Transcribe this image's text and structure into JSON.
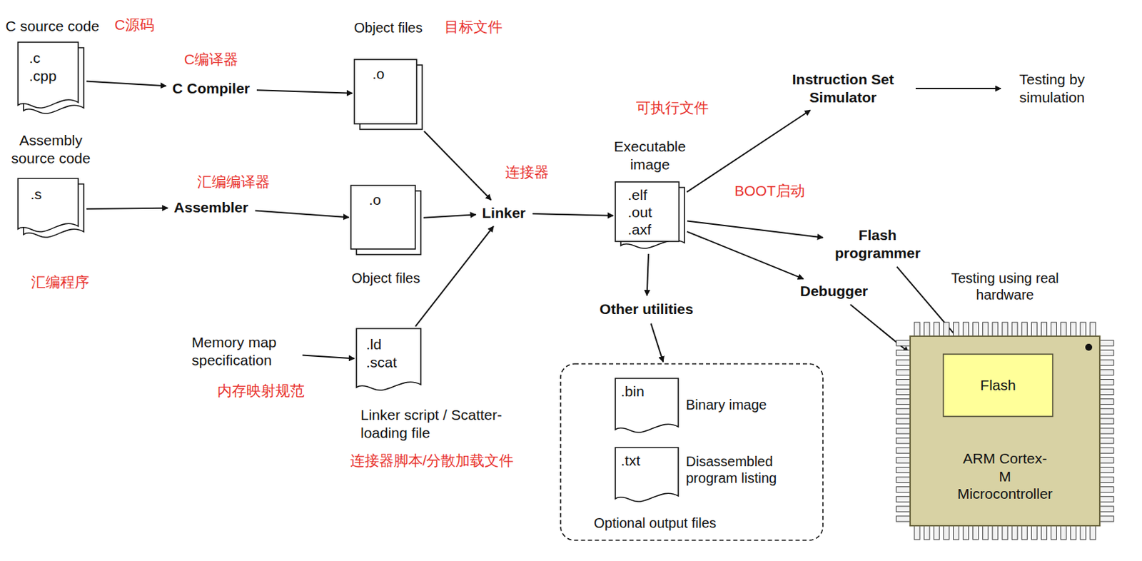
{
  "diagram": {
    "nodes": [
      {
        "text": [
          "C source code",
          ".c .cpp"
        ]
      },
      {
        "text": [
          "C Compiler"
        ]
      },
      {
        "text": [
          "Object files",
          ".o"
        ]
      },
      {
        "text": [
          "Assembly source code",
          ".s"
        ]
      },
      {
        "text": [
          "Assembler"
        ]
      },
      {
        "text": [
          ".o",
          "Object files"
        ]
      },
      {
        "text": [
          "Memory map specification"
        ]
      },
      {
        "text": [
          ".ld .scat",
          "Linker script / Scatter-loading file"
        ]
      },
      {
        "text": [
          "Linker"
        ]
      },
      {
        "text": [
          "Executable image",
          ".elf .out .axf"
        ]
      },
      {
        "text": [
          "Instruction Set Simulator"
        ]
      },
      {
        "text": [
          "Testing by simulation"
        ]
      },
      {
        "text": [
          "Flash programmer"
        ]
      },
      {
        "text": [
          "Debugger"
        ]
      },
      {
        "text": [
          "Other utilities"
        ]
      },
      {
        "text": [
          "Optional output files"
        ]
      },
      {
        "text": [
          ".bin",
          "Binary image"
        ],
        "in": 15
      },
      {
        "text": [
          ".txt",
          "Disassembled program listing"
        ],
        "in": 15
      },
      {
        "text": [
          "Testing using real hardware",
          "ARM Cortex-M Microcontroller"
        ]
      },
      {
        "text": [
          "Flash"
        ],
        "in": 18
      }
    ],
    "edges": [
      {
        "from": 0,
        "to": 1,
        "arrow": "to"
      },
      {
        "from": 1,
        "to": 2,
        "arrow": "to"
      },
      {
        "from": 3,
        "to": 4,
        "arrow": "to"
      },
      {
        "from": 4,
        "to": 5,
        "arrow": "to"
      },
      {
        "from": 6,
        "to": 7,
        "arrow": "to"
      },
      {
        "from": 2,
        "to": 8,
        "arrow": "to"
      },
      {
        "from": 5,
        "to": 8,
        "arrow": "to"
      },
      {
        "from": 7,
        "to": 8,
        "arrow": "to"
      },
      {
        "from": 8,
        "to": 9,
        "arrow": "to"
      },
      {
        "from": 9,
        "to": 10,
        "arrow": "to"
      },
      {
        "from": 10,
        "to": 11,
        "arrow": "to"
      },
      {
        "from": 9,
        "to": 12,
        "arrow": "to"
      },
      {
        "from": 9,
        "to": 13,
        "arrow": "to"
      },
      {
        "from": 9,
        "to": 14,
        "arrow": "to"
      },
      {
        "from": 14,
        "to": 15,
        "arrow": "to"
      },
      {
        "from": 12,
        "to": 19,
        "arrow": "to"
      },
      {
        "from": 13,
        "to": 18,
        "arrow": "to"
      }
    ],
    "labels": [
      "C源码",
      "C编译器",
      "目标文件",
      "汇编编译器",
      "汇编程序",
      "内存映射规范",
      "连接器脚本/分散加载文件",
      "连接器",
      "可执行文件",
      "BOOT启动"
    ]
  }
}
